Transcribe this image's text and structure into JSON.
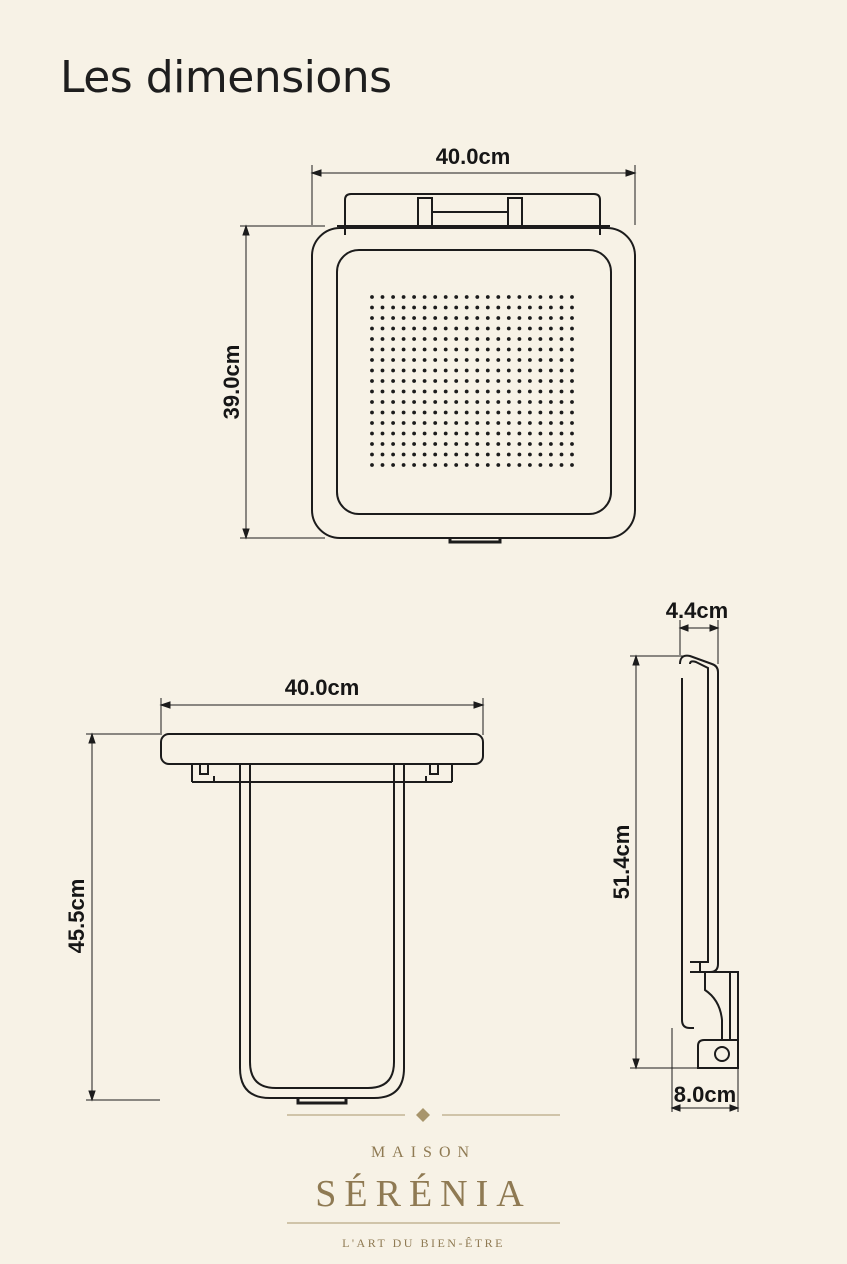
{
  "header": {
    "title": "Les dimensions"
  },
  "top_view": {
    "width_label": "40.0cm",
    "depth_label": "39.0cm"
  },
  "front_view": {
    "width_label": "40.0cm",
    "height_label": "45.5cm"
  },
  "side_view": {
    "thickness_label": "4.4cm",
    "height_label": "51.4cm",
    "depth_label": "8.0cm"
  },
  "brand": {
    "top": "MAISON",
    "name": "SÉRÉNIA",
    "tagline": "L'ART DU BIEN-ÊTRE"
  },
  "colors": {
    "background": "#f7f2e6",
    "line": "#1c1c1c",
    "brand": "#8f7a53"
  }
}
